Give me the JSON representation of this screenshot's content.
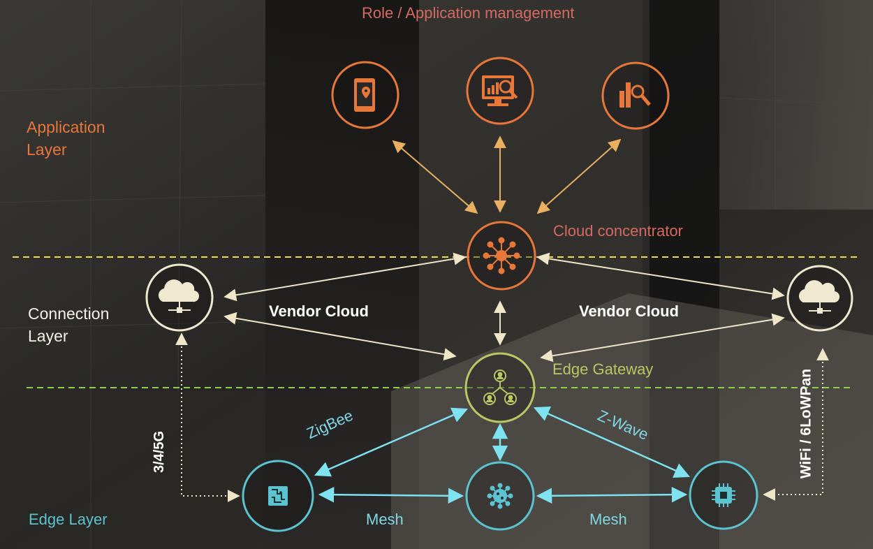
{
  "title": "Role / Application management",
  "layers": {
    "application": "Application\nLayer",
    "connection": "Connection\nLayer",
    "edge": "Edge Layer"
  },
  "nodes": {
    "cloud_concentrator": "Cloud concentrator",
    "edge_gateway": "Edge Gateway"
  },
  "links": {
    "vendor_cloud_left": "Vendor Cloud",
    "vendor_cloud_right": "Vendor Cloud",
    "zigbee": "ZigBee",
    "zwave": "Z-Wave",
    "cellular": "3/4/5G",
    "wifi": "WiFi / 6LoWPan",
    "mesh_left": "Mesh",
    "mesh_right": "Mesh"
  },
  "icons": {
    "app_1": "mobile-location-icon",
    "app_2": "monitor-analytics-icon",
    "app_3": "chart-search-icon",
    "concentrator": "hub-network-icon",
    "vendor_cloud_left": "cloud-network-icon",
    "vendor_cloud_right": "cloud-network-icon",
    "gateway": "users-network-icon",
    "edge_left": "circuit-board-icon",
    "edge_center": "virus-sensor-icon",
    "edge_right": "chip-icon"
  },
  "colors": {
    "orange": "#e8773a",
    "title": "#d46a60",
    "connection": "#efe9cf",
    "gateway": "#b9c764",
    "edge": "#5cc3d0",
    "arrow_orange": "#e8b060",
    "arrow_cream": "#efe6c8",
    "arrow_cyan": "#7fe2f0",
    "divider_top": "#e9e04a",
    "divider_bottom": "#8dd04c"
  }
}
